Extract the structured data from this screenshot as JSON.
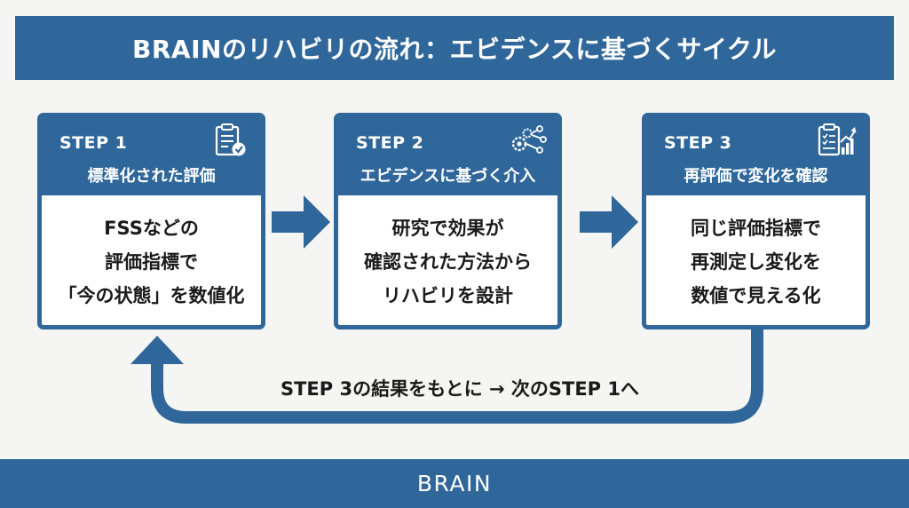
{
  "title": "BRAINのリハビリの流れ：エビデンスに基づくサイクル",
  "steps": [
    {
      "num": "STEP 1",
      "title": "標準化された評価",
      "icon": "clipboard-check-icon",
      "lines": [
        "FSSなどの",
        "評価指標で",
        "「今の状態」を数値化"
      ]
    },
    {
      "num": "STEP 2",
      "title": "エビデンスに基づく介入",
      "icon": "gears-network-icon",
      "lines": [
        "研究で効果が",
        "確認された方法から",
        "リハビリを設計"
      ]
    },
    {
      "num": "STEP 3",
      "title": "再評価で変化を確認",
      "icon": "checklist-chart-icon",
      "lines": [
        "同じ評価指標で",
        "再測定し変化を",
        "数値で見える化"
      ]
    }
  ],
  "loop_label": "STEP 3の結果をもとに → 次のSTEP 1へ",
  "footer": "BRAIN",
  "colors": {
    "primary": "#2f679b",
    "background": "#f5f5f4",
    "text": "#1a1a1a"
  }
}
